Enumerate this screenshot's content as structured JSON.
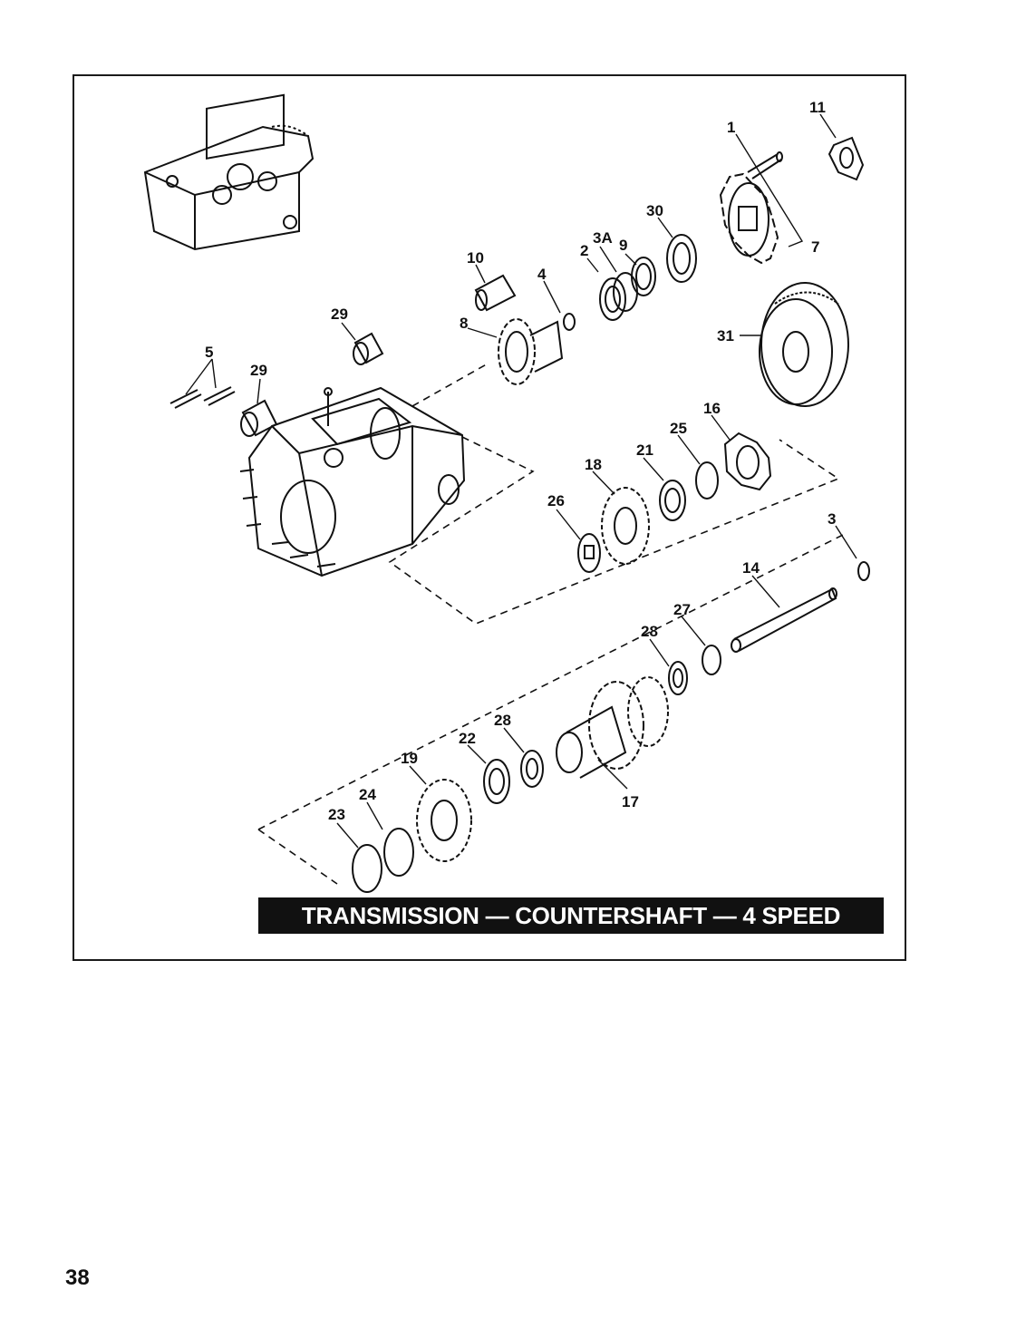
{
  "diagram": {
    "title": "TRANSMISSION — COUNTERSHAFT — 4 SPEED",
    "callouts": [
      "1",
      "2",
      "3",
      "3A",
      "4",
      "5",
      "7",
      "8",
      "9",
      "10",
      "11",
      "14",
      "16",
      "17",
      "18",
      "19",
      "21",
      "22",
      "23",
      "24",
      "25",
      "26",
      "27",
      "28",
      "28",
      "29",
      "29",
      "30",
      "31"
    ]
  },
  "page": {
    "number": "38"
  }
}
